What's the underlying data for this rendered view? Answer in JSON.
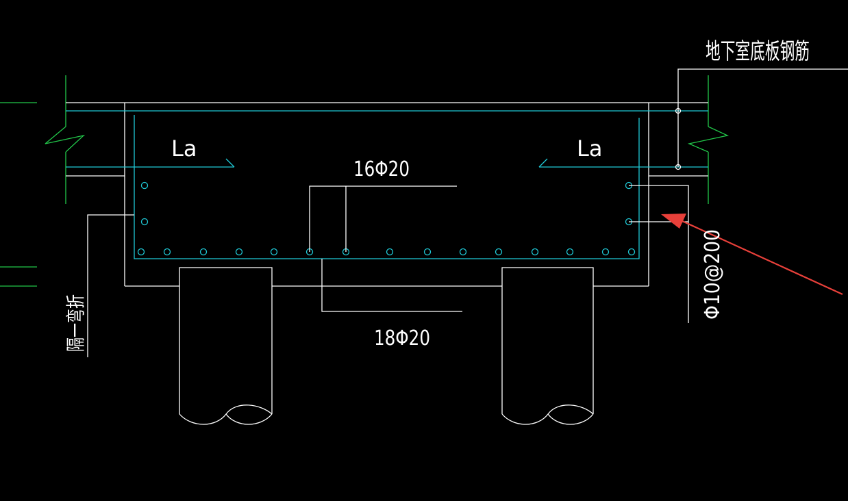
{
  "labels": {
    "basement_slab": "地下室底板钢筋",
    "la_left": "La",
    "la_right": "La",
    "top_bars": "16Φ20",
    "bottom_bars": "18Φ20",
    "stirrup": "Φ10@200",
    "bend_note": "隔一弯折"
  },
  "colors": {
    "background": "#000000",
    "outline": "#ffffff",
    "rebar": "#1fc9d6",
    "break_line": "#22c84a",
    "arrow": "#e8403a"
  }
}
